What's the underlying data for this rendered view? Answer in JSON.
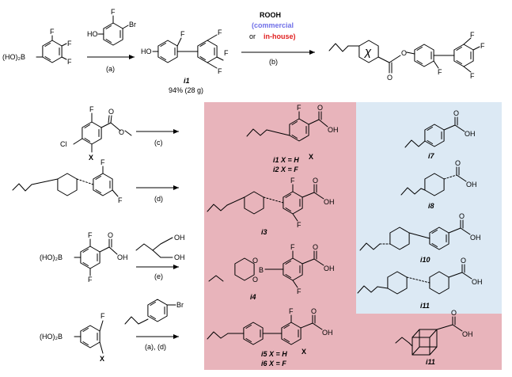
{
  "colors": {
    "pink_panel": "#e8b4bb",
    "blue_panel": "#dce9f4",
    "commercial": "#6f6fe8",
    "in_house": "#e02020"
  },
  "top": {
    "sm1_group": "(HO)₂B",
    "atoms": {
      "F": "F",
      "Br": "Br",
      "HO": "HO",
      "O": "O",
      "OH": "OH",
      "chi": "χ"
    },
    "step_a": "(a)",
    "step_b": "(b)",
    "i1_label": "i1",
    "yield": "94% (28 g)",
    "rooh": "ROOH",
    "commercial": "(commercial",
    "or": "or",
    "in_house": "in-house)"
  },
  "left": {
    "cl": "Cl",
    "x": "X",
    "boron": "(HO)₂B",
    "steps": {
      "c": "(c)",
      "d": "(d)",
      "e": "(e)",
      "ad": "(a), (d)"
    }
  },
  "pink": {
    "i1x": "i1 X = H",
    "i2x": "i2 X = F",
    "i3": "i3",
    "i4": "i4",
    "i5x": "i5 X = H",
    "i6x": "i6 X = F",
    "i11b": "i11",
    "B": "B"
  },
  "blue": {
    "i7": "i7",
    "i8": "i8",
    "i10": "i10",
    "i11": "i11"
  }
}
